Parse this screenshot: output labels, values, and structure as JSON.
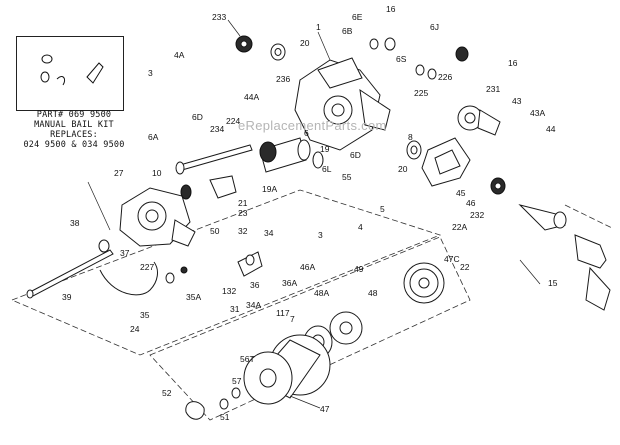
{
  "kit_note": {
    "line1": "PART# 069 9500",
    "line2": "MANUAL BAIL KIT",
    "line3": "REPLACES:",
    "line4": "024 9500 & 034 9500"
  },
  "watermark": "eReplacementParts.com",
  "callouts": [
    "233",
    "1",
    "6E",
    "16",
    "6J",
    "20",
    "6B",
    "4A",
    "3",
    "236",
    "6S",
    "226",
    "16",
    "44A",
    "225",
    "231",
    "43",
    "43A",
    "44",
    "6D",
    "224",
    "234",
    "6A",
    "8",
    "6",
    "19",
    "6D",
    "20",
    "55",
    "45",
    "6L",
    "19A",
    "10",
    "27",
    "21",
    "23",
    "5",
    "46",
    "232",
    "3",
    "4",
    "38",
    "37",
    "50",
    "32",
    "34",
    "22A",
    "227",
    "36A",
    "47C",
    "46A",
    "22",
    "15",
    "39",
    "35A",
    "132",
    "36",
    "34A",
    "31",
    "49",
    "35",
    "48A",
    "48",
    "24",
    "117",
    "7",
    "56T",
    "52",
    "57",
    "51",
    "47"
  ]
}
